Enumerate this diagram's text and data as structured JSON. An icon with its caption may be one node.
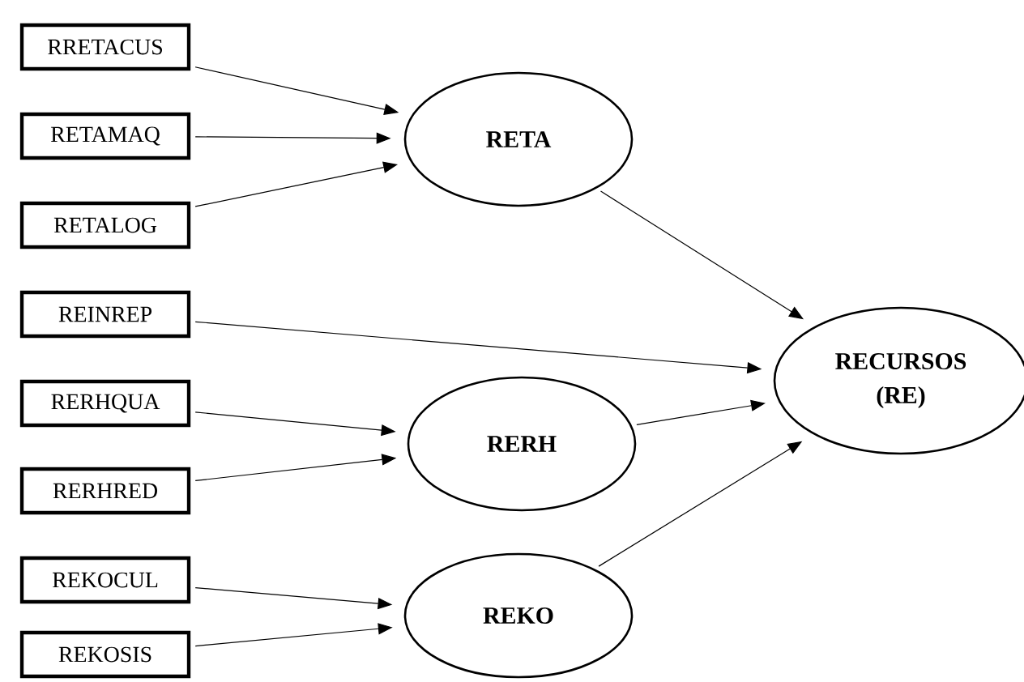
{
  "diagram": {
    "nodes": [
      {
        "text": [
          "RRETACUS"
        ]
      },
      {
        "text": [
          "RETAMAQ"
        ]
      },
      {
        "text": [
          "RETALOG"
        ]
      },
      {
        "text": [
          "REINREP"
        ]
      },
      {
        "text": [
          "RERHQUA"
        ]
      },
      {
        "text": [
          "RERHRED"
        ]
      },
      {
        "text": [
          "REKOCUL"
        ]
      },
      {
        "text": [
          "REKOSIS"
        ]
      },
      {
        "text": [
          "RETA"
        ]
      },
      {
        "text": [
          "RERH"
        ]
      },
      {
        "text": [
          "REKO"
        ]
      },
      {
        "text": [
          "RECURSOS (RE)"
        ]
      }
    ],
    "edges": [
      {
        "from": 0,
        "to": 8,
        "arrow": "to"
      },
      {
        "from": 1,
        "to": 8,
        "arrow": "to"
      },
      {
        "from": 2,
        "to": 8,
        "arrow": "to"
      },
      {
        "from": 8,
        "to": 11,
        "arrow": "to"
      },
      {
        "from": 3,
        "to": 11,
        "arrow": "to"
      },
      {
        "from": 4,
        "to": 9,
        "arrow": "to"
      },
      {
        "from": 5,
        "to": 9,
        "arrow": "to"
      },
      {
        "from": 9,
        "to": 11,
        "arrow": "to"
      },
      {
        "from": 6,
        "to": 10,
        "arrow": "to"
      },
      {
        "from": 7,
        "to": 10,
        "arrow": "to"
      },
      {
        "from": 10,
        "to": 11,
        "arrow": "to"
      }
    ]
  }
}
